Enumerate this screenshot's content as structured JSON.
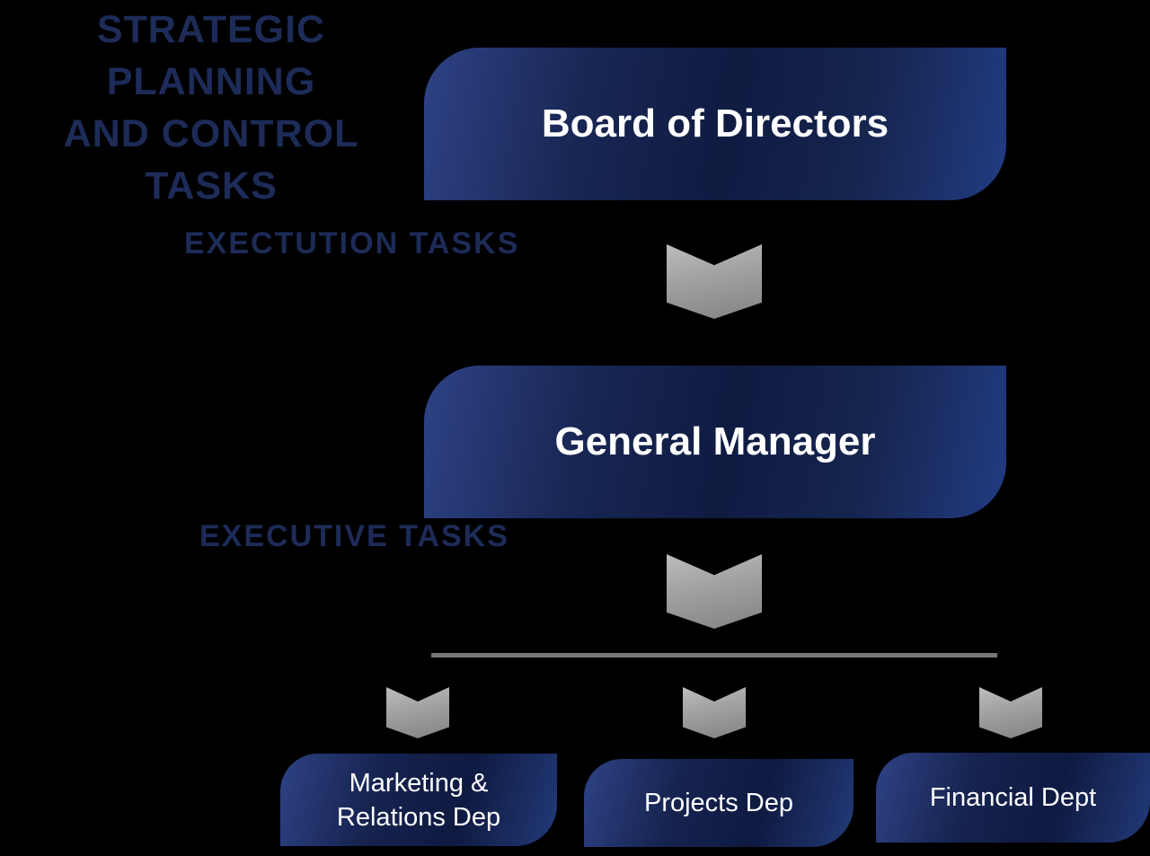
{
  "background_color": "#000000",
  "labels": {
    "strategic": {
      "line1": "STRATEGIC PLANNING",
      "line2": "AND CONTROL TASKS"
    },
    "exectution": "EXECTUTION TASKS",
    "executive": "EXECUTIVE TASKS",
    "label_color": "#1d2b58"
  },
  "nodes": {
    "board": {
      "label": "Board of Directors"
    },
    "general_manager": {
      "label": "General Manager"
    },
    "marketing": {
      "line1": "Marketing &",
      "line2": "Relations Dep"
    },
    "projects": {
      "label": "Projects Dep"
    },
    "financial": {
      "label": "Financial Dept"
    }
  },
  "icons": {
    "connector": "chevron-down-arrow",
    "connector_color_top": "#bcbebd",
    "connector_color_bottom": "#828483",
    "distribution_line_color": "#76767a"
  },
  "style": {
    "node_gradient_dark": "#0f1a41",
    "node_gradient_light": "#2e4285",
    "node_text_color": "#ffffff"
  },
  "hierarchy_edges": [
    {
      "from": "Board of Directors",
      "to": "General Manager"
    },
    {
      "from": "General Manager",
      "to": "Marketing & Relations Dep"
    },
    {
      "from": "General Manager",
      "to": "Projects Dep"
    },
    {
      "from": "General Manager",
      "to": "Financial Dept"
    }
  ]
}
